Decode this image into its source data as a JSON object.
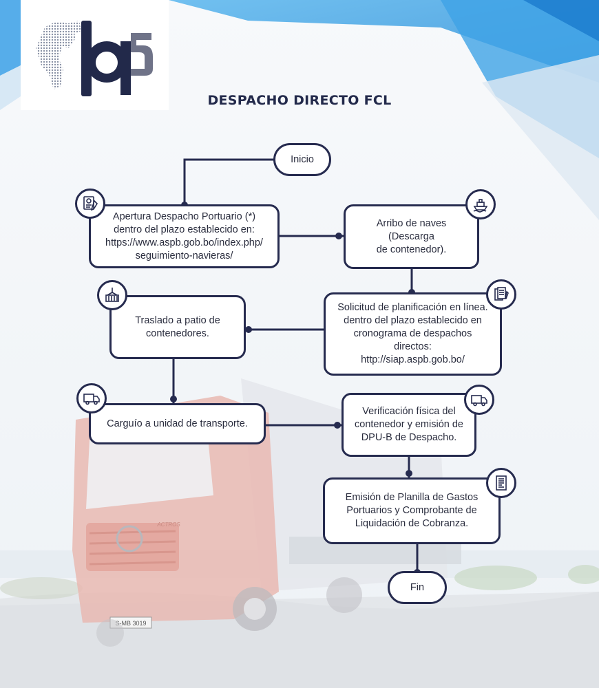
{
  "title": "DESPACHO DIRECTO FCL",
  "brand": "as",
  "truck_plate": "S-MB 3019",
  "truck_model": "ACTROS",
  "colors": {
    "accent": "#2f9be0",
    "node_border": "#262b4f",
    "logo_navy": "#22294a"
  },
  "nodes": {
    "inicio": "Inicio",
    "apertura": [
      "Apertura Despacho Portuario (*)",
      "dentro del plazo establecido en:",
      "https://www.aspb.gob.bo/index.php/",
      "seguimiento-navieras/"
    ],
    "arribo": [
      "Arribo de naves (Descarga",
      "de contenedor)."
    ],
    "solicitud": [
      "Solicitud de planificación en línea.",
      "dentro del plazo establecido en",
      "cronograma de despachos",
      "directos:",
      "http://siap.aspb.gob.bo/"
    ],
    "traslado": [
      "Traslado a patio de",
      "contenedores."
    ],
    "carguio": [
      "Carguío a unidad de transporte."
    ],
    "verificacion": [
      "Verificación física del",
      "contenedor y emisión de",
      "DPU-B de Despacho."
    ],
    "emision": [
      "Emisión de Planilla de Gastos",
      "Portuarios y Comprobante de",
      "Liquidación de Cobranza."
    ],
    "fin": "Fin"
  },
  "icons": [
    "certificate-icon",
    "ship-icon",
    "documents-icon",
    "container-crane-icon",
    "truck-icon",
    "truck-icon",
    "invoice-icon"
  ]
}
